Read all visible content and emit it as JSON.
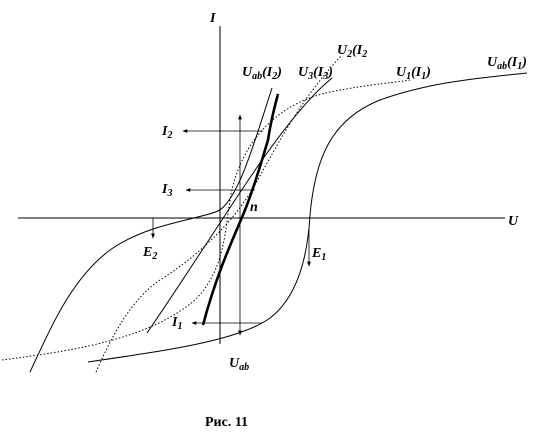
{
  "axes": {
    "x": "U",
    "y": "I"
  },
  "labels": {
    "uab_i1": {
      "base": "U",
      "sub": "ab",
      "arg": "(I",
      "argsub": "1",
      "close": ")"
    },
    "uab_i2": {
      "base": "U",
      "sub": "ab",
      "arg": "(I",
      "argsub": "2",
      "close": ")"
    },
    "u3_i3": {
      "base": "U",
      "sub": "3",
      "arg": "(I",
      "argsub": "3",
      "close": ")"
    },
    "u2_i2": {
      "base": "U",
      "sub": "2",
      "arg": "(I",
      "argsub": "2",
      "close": ""
    },
    "u1_i1": {
      "base": "U",
      "sub": "1",
      "arg": "(I",
      "argsub": "1",
      "close": ")"
    },
    "i2": {
      "base": "I",
      "sub": "2"
    },
    "i3": {
      "base": "I",
      "sub": "3"
    },
    "i1": {
      "base": "I",
      "sub": "1"
    },
    "e2": {
      "base": "E",
      "sub": "2"
    },
    "e1": {
      "base": "E",
      "sub": "1"
    },
    "uab": {
      "base": "U",
      "sub": "ab"
    },
    "n": "n"
  },
  "caption": "Рис. 11"
}
